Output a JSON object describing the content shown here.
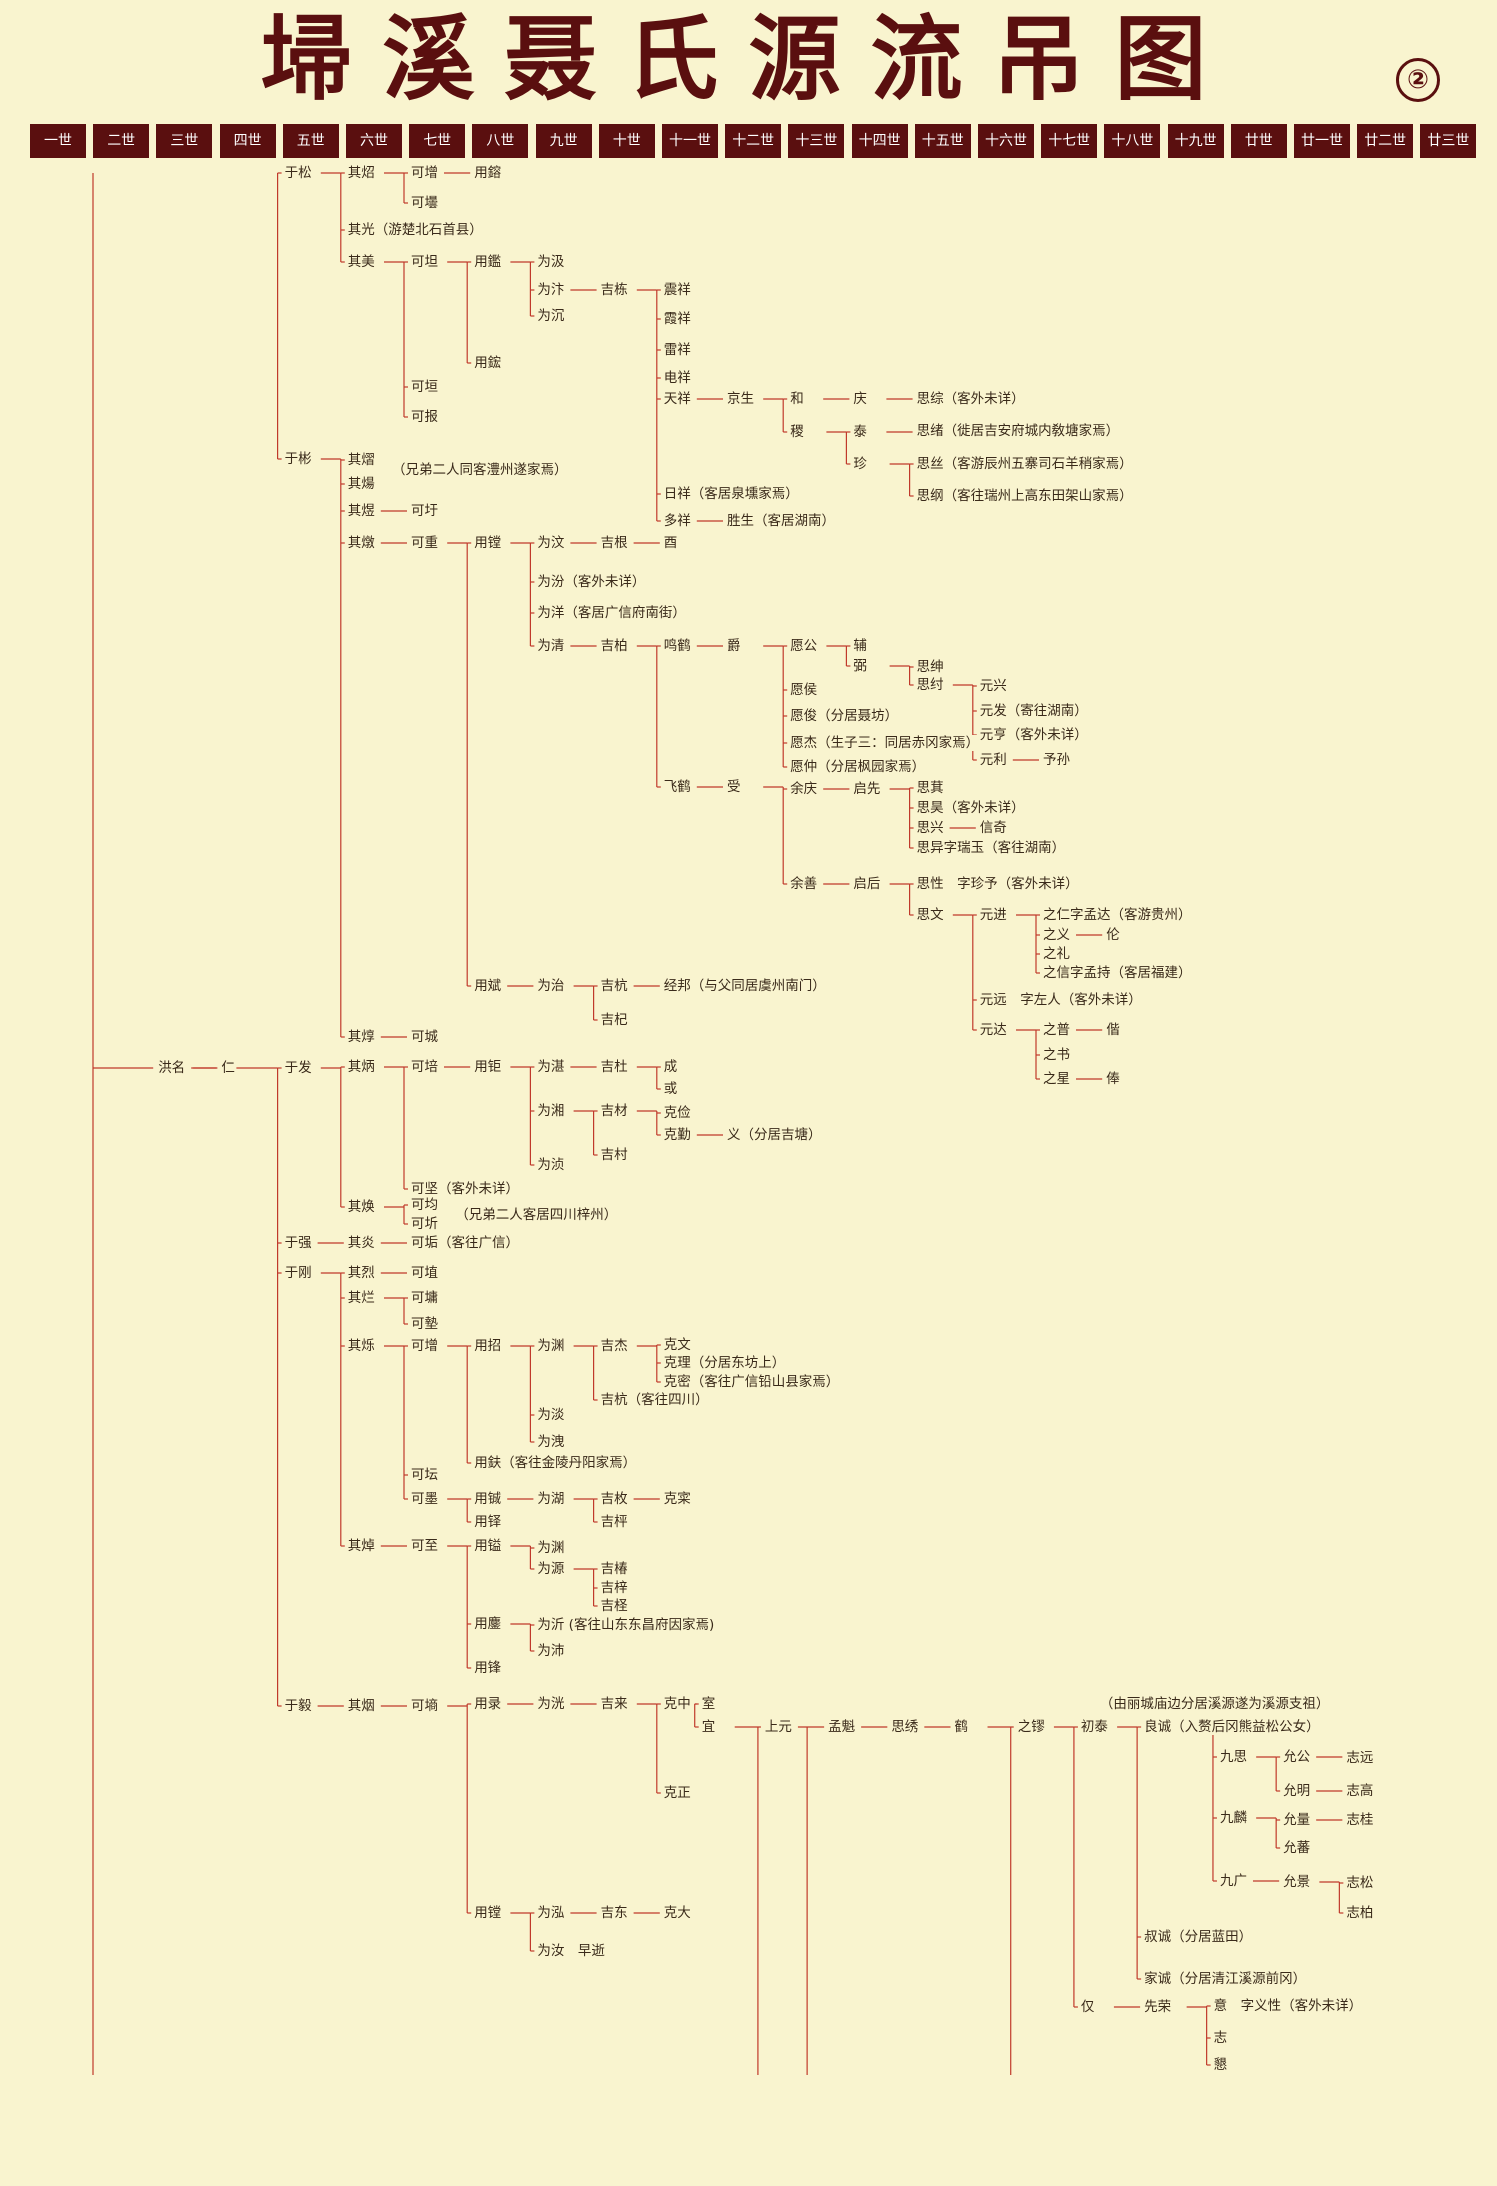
{
  "title": "埽溪聂氏源流吊图",
  "badge": "②",
  "colors": {
    "accent": "#5a0f0f",
    "line": "#c0392b",
    "background": "#f9f4cf"
  },
  "generations": [
    "一世",
    "二世",
    "三世",
    "四世",
    "五世",
    "六世",
    "七世",
    "八世",
    "九世",
    "十世",
    "十一世",
    "十二世",
    "十三世",
    "十四世",
    "十五世",
    "十六世",
    "十七世",
    "十八世",
    "十九世",
    "廿世",
    "廿一世",
    "廿二世",
    "廿三世"
  ],
  "nodes": [
    {
      "id": "hm",
      "text": "洪名",
      "g": 1
    },
    {
      "id": "ren",
      "text": "仁",
      "g": 2
    },
    {
      "id": "ys",
      "text": "于松",
      "g": 3
    },
    {
      "id": "ytn",
      "text": "于彬",
      "g": 3
    },
    {
      "id": "yfa",
      "text": "于发",
      "g": 3
    },
    {
      "id": "yq",
      "text": "于强",
      "g": 3
    },
    {
      "id": "yg",
      "text": "于刚",
      "g": 3
    },
    {
      "id": "yy",
      "text": "于毅",
      "g": 3
    },
    {
      "id": "qz",
      "text": "其炤",
      "g": 4
    },
    {
      "id": "kz",
      "text": "可增",
      "g": 5
    },
    {
      "id": "yj",
      "text": "用鎔",
      "g": 6
    },
    {
      "id": "kq",
      "text": "可壜",
      "g": 5
    },
    {
      "id": "qg",
      "text": "其光（游楚北石首县）",
      "g": 4
    },
    {
      "id": "qm",
      "text": "其美",
      "g": 4
    },
    {
      "id": "kt",
      "text": "可坦",
      "g": 5
    },
    {
      "id": "ygu",
      "text": "用鑑",
      "g": 6
    },
    {
      "id": "wj",
      "text": "为汲",
      "g": 7
    },
    {
      "id": "wm",
      "text": "为汴",
      "g": 7
    },
    {
      "id": "jd",
      "text": "吉栋",
      "g": 8
    },
    {
      "id": "zx",
      "text": "震祥",
      "g": 9
    },
    {
      "id": "lx",
      "text": "霞祥",
      "g": 9
    },
    {
      "id": "lix",
      "text": "雷祥",
      "g": 9
    },
    {
      "id": "dx",
      "text": "电祥",
      "g": 9
    },
    {
      "id": "tx",
      "text": "天祥",
      "g": 9
    },
    {
      "id": "jsh",
      "text": "京生",
      "g": 10
    },
    {
      "id": "he",
      "text": "和",
      "g": 11
    },
    {
      "id": "qing",
      "text": "庆",
      "g": 12
    },
    {
      "id": "szong",
      "text": "思综（客外未详）",
      "g": 13
    },
    {
      "id": "ji",
      "text": "稷",
      "g": 11
    },
    {
      "id": "tai",
      "text": "泰",
      "g": 12
    },
    {
      "id": "sxu",
      "text": "思绪（徙居吉安府城内敎塘家焉）",
      "g": 13
    },
    {
      "id": "zhen",
      "text": "珍",
      "g": 12
    },
    {
      "id": "ssi",
      "text": "思丝（客游辰州五寨司石羊稍家焉）",
      "g": 13
    },
    {
      "id": "sgang",
      "text": "思纲（客往瑞州上高东田架山家焉）",
      "g": 13
    },
    {
      "id": "rx",
      "text": "日祥（客居泉壎家焉）",
      "g": 9
    },
    {
      "id": "dux",
      "text": "多祥",
      "g": 9
    },
    {
      "id": "shsh",
      "text": "胜生（客居湖南）",
      "g": 10
    },
    {
      "id": "wk",
      "text": "为沉",
      "g": 7
    },
    {
      "id": "ykan",
      "text": "用鋐",
      "g": 6
    },
    {
      "id": "khu",
      "text": "可垣",
      "g": 5
    },
    {
      "id": "kbao",
      "text": "可报",
      "g": 5
    },
    {
      "id": "qy",
      "text": "其熠",
      "g": 4
    },
    {
      "id": "qya",
      "text": "其煬",
      "g": 4
    },
    {
      "id": "qyn",
      "text": "（兄弟二人同客澧州遂家焉）",
      "g": 4.7
    },
    {
      "id": "qyu",
      "text": "其煜",
      "g": 4
    },
    {
      "id": "kyu",
      "text": "可圩",
      "g": 5
    },
    {
      "id": "qd",
      "text": "其燉",
      "g": 4
    },
    {
      "id": "kzh",
      "text": "可重",
      "g": 5
    },
    {
      "id": "ytang",
      "text": "用镗",
      "g": 6
    },
    {
      "id": "wwen",
      "text": "为汶",
      "g": 7
    },
    {
      "id": "jgen",
      "text": "吉根",
      "g": 8
    },
    {
      "id": "you",
      "text": "酉",
      "g": 9
    },
    {
      "id": "wfen",
      "text": "为汾（客外未详）",
      "g": 7
    },
    {
      "id": "wyang",
      "text": "为洋（客居广信府南街）",
      "g": 7
    },
    {
      "id": "wqing",
      "text": "为清",
      "g": 7
    },
    {
      "id": "jbo",
      "text": "吉柏",
      "g": 8
    },
    {
      "id": "mh",
      "text": "鸣鹤",
      "g": 9
    },
    {
      "id": "jue",
      "text": "爵",
      "g": 10
    },
    {
      "id": "ygong",
      "text": "愿公",
      "g": 11
    },
    {
      "id": "fu",
      "text": "辅",
      "g": 12
    },
    {
      "id": "bi",
      "text": "弼",
      "g": 12
    },
    {
      "id": "sshen",
      "text": "思绅",
      "g": 13
    },
    {
      "id": "szhou",
      "text": "思纣",
      "g": 13
    },
    {
      "id": "yxing",
      "text": "元兴",
      "g": 14
    },
    {
      "id": "yfa2",
      "text": "元发（寄往湖南）",
      "g": 14
    },
    {
      "id": "yheng",
      "text": "元亨（客外未详）",
      "g": 14
    },
    {
      "id": "yli",
      "text": "元利",
      "g": 14
    },
    {
      "id": "ysun",
      "text": "予孙",
      "g": 15
    },
    {
      "id": "yhou",
      "text": "愿侯",
      "g": 11
    },
    {
      "id": "yjun",
      "text": "愿俊（分居聂坊）",
      "g": 11
    },
    {
      "id": "yjie",
      "text": "愿杰（生子三：同居赤冈家焉）",
      "g": 11
    },
    {
      "id": "yzhong",
      "text": "愿仲（分居枫园家焉）",
      "g": 11
    },
    {
      "id": "fh",
      "text": "飞鹤",
      "g": 9
    },
    {
      "id": "shou",
      "text": "受",
      "g": 10
    },
    {
      "id": "yq2",
      "text": "余庆",
      "g": 11
    },
    {
      "id": "qxian",
      "text": "启先",
      "g": 12
    },
    {
      "id": "sqi",
      "text": "思萁",
      "g": 13
    },
    {
      "id": "shao",
      "text": "思昊（客外未详）",
      "g": 13
    },
    {
      "id": "sxing",
      "text": "思兴",
      "g": 13
    },
    {
      "id": "xq",
      "text": "信奇",
      "g": 14
    },
    {
      "id": "syi",
      "text": "思异字瑞玉（客往湖南）",
      "g": 13
    },
    {
      "id": "ysh",
      "text": "余善",
      "g": 11
    },
    {
      "id": "qhou",
      "text": "启后",
      "g": 12
    },
    {
      "id": "sxg",
      "text": "思性　字珍予（客外未详）",
      "g": 13
    },
    {
      "id": "swen",
      "text": "思文",
      "g": 13
    },
    {
      "id": "yjin",
      "text": "元进",
      "g": 14
    },
    {
      "id": "zren",
      "text": "之仁字孟达（客游贵州）",
      "g": 15
    },
    {
      "id": "zyi",
      "text": "之义",
      "g": 15
    },
    {
      "id": "lun",
      "text": "伦",
      "g": 16
    },
    {
      "id": "zli",
      "text": "之礼",
      "g": 15
    },
    {
      "id": "zxin",
      "text": "之信字孟持（客居福建）",
      "g": 15
    },
    {
      "id": "yyuan",
      "text": "元远　字左人（客外未详）",
      "g": 14
    },
    {
      "id": "yda",
      "text": "元达",
      "g": 14
    },
    {
      "id": "zpu",
      "text": "之普",
      "g": 15
    },
    {
      "id": "jie2",
      "text": "偕",
      "g": 16
    },
    {
      "id": "zshu",
      "text": "之书",
      "g": 15
    },
    {
      "id": "zxing",
      "text": "之星",
      "g": 15
    },
    {
      "id": "feng",
      "text": "俸",
      "g": 16
    },
    {
      "id": "ywu",
      "text": "用斌",
      "g": 6
    },
    {
      "id": "wzhi",
      "text": "为治",
      "g": 7
    },
    {
      "id": "jhang",
      "text": "吉杭",
      "g": 8
    },
    {
      "id": "jb",
      "text": "经邦（与父同居虞州南门）",
      "g": 9
    },
    {
      "id": "jqi",
      "text": "吉杞",
      "g": 8
    },
    {
      "id": "qch",
      "text": "其焞",
      "g": 4
    },
    {
      "id": "kc",
      "text": "可城",
      "g": 5
    },
    {
      "id": "qbing",
      "text": "其炳",
      "g": 4
    },
    {
      "id": "kpei",
      "text": "可培",
      "g": 5
    },
    {
      "id": "yju",
      "text": "用钜",
      "g": 6
    },
    {
      "id": "wzhan",
      "text": "为湛",
      "g": 7
    },
    {
      "id": "jdu",
      "text": "吉杜",
      "g": 8
    },
    {
      "id": "cheng",
      "text": "成",
      "g": 9
    },
    {
      "id": "huo",
      "text": "或",
      "g": 9
    },
    {
      "id": "wxiang",
      "text": "为湘",
      "g": 7
    },
    {
      "id": "jcai",
      "text": "吉材",
      "g": 8
    },
    {
      "id": "kjian",
      "text": "克俭",
      "g": 9
    },
    {
      "id": "kqin",
      "text": "克勤",
      "g": 9
    },
    {
      "id": "yi2",
      "text": "义（分居吉塘）",
      "g": 10
    },
    {
      "id": "jcun",
      "text": "吉村",
      "g": 8
    },
    {
      "id": "wzhen",
      "text": "为浈",
      "g": 7
    },
    {
      "id": "kjian2",
      "text": "可坚（客外未详）",
      "g": 5
    },
    {
      "id": "qhuan",
      "text": "其焕",
      "g": 4
    },
    {
      "id": "kjun",
      "text": "可均",
      "g": 5
    },
    {
      "id": "kqi",
      "text": "可圻",
      "g": 5
    },
    {
      "id": "kjn",
      "text": "（兄弟二人客居四川梓州）",
      "g": 5.7
    },
    {
      "id": "qyan",
      "text": "其炎",
      "g": 4
    },
    {
      "id": "kgou",
      "text": "可垢（客往广信）",
      "g": 5
    },
    {
      "id": "qlie",
      "text": "其烈",
      "g": 4
    },
    {
      "id": "kzhi",
      "text": "可埴",
      "g": 5
    },
    {
      "id": "qlan",
      "text": "其烂",
      "g": 4
    },
    {
      "id": "kyong",
      "text": "可墉",
      "g": 5
    },
    {
      "id": "kdian",
      "text": "可墊",
      "g": 5
    },
    {
      "id": "qshuo",
      "text": "其烁",
      "g": 4
    },
    {
      "id": "kzeng",
      "text": "可增",
      "g": 5
    },
    {
      "id": "yzhao",
      "text": "用招",
      "g": 6
    },
    {
      "id": "wyuan",
      "text": "为渊",
      "g": 7
    },
    {
      "id": "jjie",
      "text": "吉杰",
      "g": 8
    },
    {
      "id": "kwen",
      "text": "克文",
      "g": 9
    },
    {
      "id": "kli",
      "text": "克理（分居东坊上）",
      "g": 9
    },
    {
      "id": "kmi",
      "text": "克密（客往广信铅山县家焉）",
      "g": 9
    },
    {
      "id": "jkang",
      "text": "吉杭（客往四川）",
      "g": 8
    },
    {
      "id": "wdan",
      "text": "为淡",
      "g": 7
    },
    {
      "id": "wshu",
      "text": "为洩",
      "g": 7
    },
    {
      "id": "yfu",
      "text": "用鈇（客往金陵丹阳家焉）",
      "g": 6
    },
    {
      "id": "kfang",
      "text": "可坛",
      "g": 5
    },
    {
      "id": "kmo",
      "text": "可墨",
      "g": 5
    },
    {
      "id": "ycheng",
      "text": "用铖",
      "g": 6
    },
    {
      "id": "whu",
      "text": "为湖",
      "g": 7
    },
    {
      "id": "jmei",
      "text": "吉枚",
      "g": 8
    },
    {
      "id": "kcai",
      "text": "克寀",
      "g": 9
    },
    {
      "id": "jping",
      "text": "吉枰",
      "g": 8
    },
    {
      "id": "yze",
      "text": "用铎",
      "g": 6
    },
    {
      "id": "qzhuo",
      "text": "其焯",
      "g": 4
    },
    {
      "id": "kzhi2",
      "text": "可至",
      "g": 5
    },
    {
      "id": "yxi",
      "text": "用镒",
      "g": 6
    },
    {
      "id": "wyu",
      "text": "为渊",
      "g": 7
    },
    {
      "id": "wyuan2",
      "text": "为源",
      "g": 7
    },
    {
      "id": "jchun",
      "text": "吉椿",
      "g": 8
    },
    {
      "id": "jzi",
      "text": "吉梓",
      "g": 8
    },
    {
      "id": "jcheng",
      "text": "吉柽",
      "g": 8
    },
    {
      "id": "yhui",
      "text": "用鏖",
      "g": 6
    },
    {
      "id": "wqi",
      "text": "为沂 (客往山东东昌府因家焉)",
      "g": 7
    },
    {
      "id": "wpei",
      "text": "为沛",
      "g": 7
    },
    {
      "id": "yfeng",
      "text": "用锋",
      "g": 6
    },
    {
      "id": "qyin",
      "text": "其烟",
      "g": 4
    },
    {
      "id": "kpu",
      "text": "可墒",
      "g": 5
    },
    {
      "id": "ylu",
      "text": "用录",
      "g": 6
    },
    {
      "id": "wyi",
      "text": "为洸",
      "g": 7
    },
    {
      "id": "jlai",
      "text": "吉来",
      "g": 8
    },
    {
      "id": "kzh2",
      "text": "克中",
      "g": 9
    },
    {
      "id": "shi",
      "text": "室",
      "g": 9.6
    },
    {
      "id": "yi3",
      "text": "宜",
      "g": 9.6
    },
    {
      "id": "sy",
      "text": "上元",
      "g": 10.6
    },
    {
      "id": "mk",
      "text": "孟魁",
      "g": 11.6
    },
    {
      "id": "sxiu",
      "text": "思绣",
      "g": 12.6
    },
    {
      "id": "he2",
      "text": "鹤",
      "g": 13.6
    },
    {
      "id": "zw",
      "text": "之镠",
      "g": 14.6
    },
    {
      "id": "cqt",
      "text": "（由丽城庙边分居溪源遂为溪源支祖）",
      "g": 15.9
    },
    {
      "id": "ct",
      "text": "初泰",
      "g": 15.6
    },
    {
      "id": "lch",
      "text": "良诚（入赘后冈熊益松公女）",
      "g": 16.6
    },
    {
      "id": "js",
      "text": "九思",
      "g": 17.8
    },
    {
      "id": "yg2",
      "text": "允公",
      "g": 18.8
    },
    {
      "id": "zyn",
      "text": "志远",
      "g": 19.8
    },
    {
      "id": "ym",
      "text": "允明",
      "g": 18.8
    },
    {
      "id": "zg",
      "text": "志高",
      "g": 19.8
    },
    {
      "id": "jl",
      "text": "九麟",
      "g": 17.8
    },
    {
      "id": "yl",
      "text": "允量",
      "g": 18.8
    },
    {
      "id": "zgu",
      "text": "志桂",
      "g": 19.8
    },
    {
      "id": "yfan",
      "text": "允蕃",
      "g": 18.8
    },
    {
      "id": "jgn",
      "text": "九广",
      "g": 17.8
    },
    {
      "id": "yjg",
      "text": "允景",
      "g": 18.8
    },
    {
      "id": "zsong",
      "text": "志松",
      "g": 19.8
    },
    {
      "id": "zbai",
      "text": "志柏",
      "g": 19.8
    },
    {
      "id": "shc",
      "text": "叔诚（分居蓝田）",
      "g": 16.6
    },
    {
      "id": "jch",
      "text": "家诚（分居清江溪源前冈）",
      "g": 16.6
    },
    {
      "id": "kzheng",
      "text": "克正",
      "g": 9
    },
    {
      "id": "yxuan",
      "text": "用镗",
      "g": 6
    },
    {
      "id": "whong",
      "text": "为泓",
      "g": 7
    },
    {
      "id": "jdong",
      "text": "吉东",
      "g": 8
    },
    {
      "id": "kda",
      "text": "克大",
      "g": 9
    },
    {
      "id": "wr",
      "text": "为汝　早逝",
      "g": 7
    },
    {
      "id": "jin",
      "text": "仅",
      "g": 15.6
    },
    {
      "id": "xr",
      "text": "先荣",
      "g": 16.6
    },
    {
      "id": "yi4",
      "text": "意　字义性（客外未详）",
      "g": 17.7
    },
    {
      "id": "zhi4",
      "text": "志",
      "g": 17.7
    },
    {
      "id": "ken",
      "text": "懇",
      "g": 17.7
    }
  ]
}
